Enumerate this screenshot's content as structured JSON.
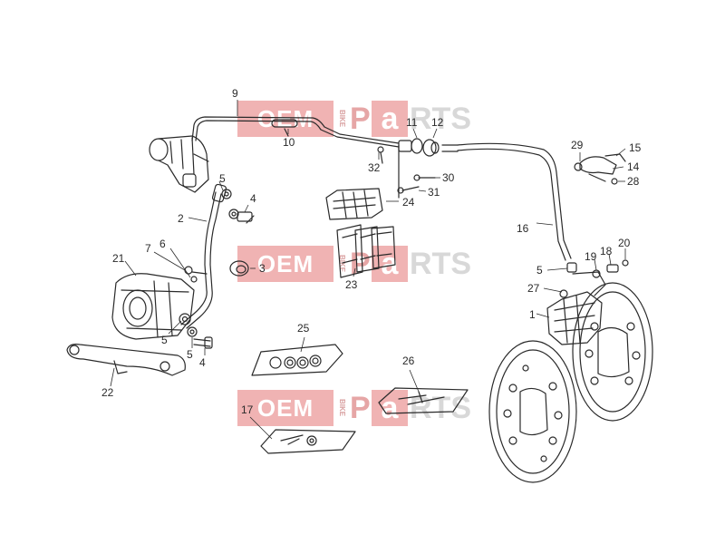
{
  "watermark": {
    "oem": "OEM",
    "bike": "BIKE",
    "p": "P",
    "a": "a",
    "rts": "RTS"
  },
  "callouts": {
    "n1": "1",
    "n2": "2",
    "n3": "3",
    "n4a": "4",
    "n4b": "4",
    "n5a": "5",
    "n5b": "5",
    "n5c": "5",
    "n6": "6",
    "n7": "7",
    "n9": "9",
    "n10": "10",
    "n11": "11",
    "n12": "12",
    "n14": "14",
    "n15": "15",
    "n16": "16",
    "n17": "17",
    "n18": "18",
    "n19": "19",
    "n20": "20",
    "n21": "21",
    "n22": "22",
    "n23": "23",
    "n24": "24",
    "n25": "25",
    "n26": "26",
    "n27": "27",
    "n28": "28",
    "n29": "29",
    "n30": "30",
    "n31": "31",
    "n32": "32"
  },
  "colors": {
    "line": "#2a2a2a",
    "watermark_block": "#f0b3b3",
    "watermark_grey": "#d8d8d8"
  }
}
